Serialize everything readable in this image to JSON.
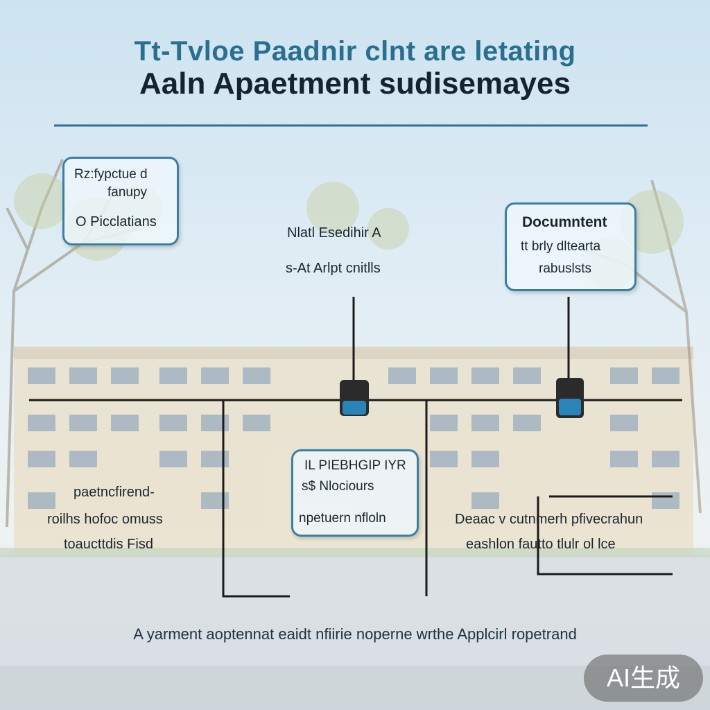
{
  "title_line1": "Tt-Tvloe Paadnir clnt are letating",
  "title_line2": "Aaln Apaetment sudisemayes",
  "box_top_left": {
    "line1": "Rz:fypctue d",
    "line2": "fanupy",
    "line3": "O Picclatians"
  },
  "center_top_label": {
    "line1": "Nlatl Esedihir A",
    "line2": "s-At Arlpt cnitlls"
  },
  "box_top_right": {
    "line1": "Documntent",
    "line2": "tt brly dltearta",
    "line3": "rabuslsts"
  },
  "left_bottom_label": {
    "line1": "paetncfirend-",
    "line2": "roilhs hofoc omuss",
    "line3": "toaucttdis Fisd"
  },
  "box_bottom_center": {
    "line1": "IL PIEBHGIP IYR",
    "line2": "s$ Nlociours",
    "line3": "npetuern nfloln"
  },
  "right_bottom_label": {
    "line1": "Deaac v cutnmerh pfivecrahun",
    "line2": "eashlon fautto tlulr ol lce"
  },
  "footer_text": "A yarment aoptennat eaidt nfiirie noperne wrthe Applcirl ropetrand",
  "badge_text": "AI生成",
  "colors": {
    "accent": "#3d7fa3",
    "title_top": "#2b6f8f",
    "title_main": "#14232d",
    "connector": "#1b1b1b"
  }
}
